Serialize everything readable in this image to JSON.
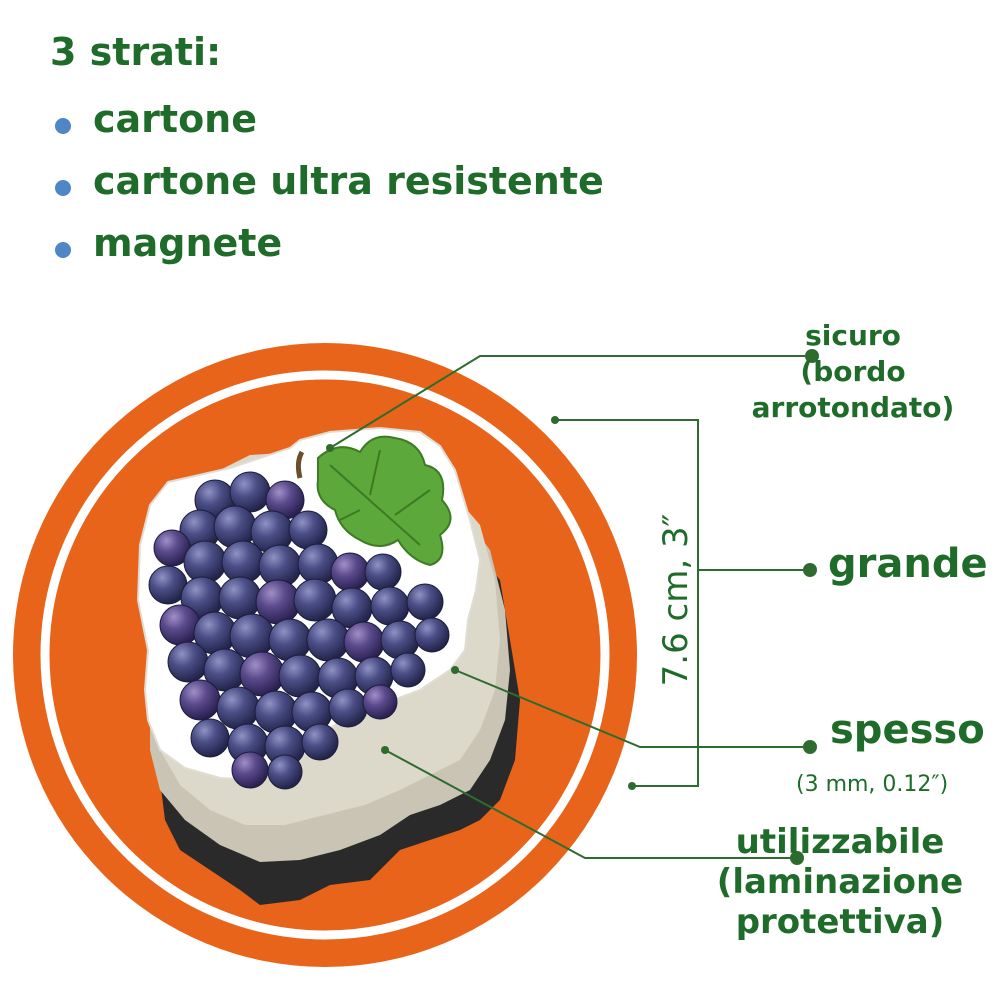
{
  "layers": {
    "heading": "3 strati:",
    "items": [
      {
        "label": "cartone"
      },
      {
        "label": "cartone ultra resistente"
      },
      {
        "label": "magnete"
      }
    ]
  },
  "callouts": {
    "safe": {
      "line1": "sicuro",
      "line2": "(bordo",
      "line3": "arrotondato)"
    },
    "large": "grande",
    "dimension": "7.6 cm, 3″",
    "thick": "spesso",
    "thickness_spec": "(3 mm, 0.12″)",
    "usable": {
      "line1": "utilizzabile",
      "line2": "(laminazione",
      "line3": "protettiva)"
    }
  },
  "product": {
    "subject": "grape bunch fridge magnet",
    "icons": [
      "grape-bunch-icon",
      "grape-leaf-icon"
    ]
  },
  "colors": {
    "text_green": "#1f6b2a",
    "bullet_blue": "#4f86c6",
    "circle_orange": "#e8641a",
    "line_green": "#2e6b2f",
    "cardboard": "#d4d0c2",
    "magnet_black": "#2a2a2a",
    "grape": "#3d3f72"
  }
}
